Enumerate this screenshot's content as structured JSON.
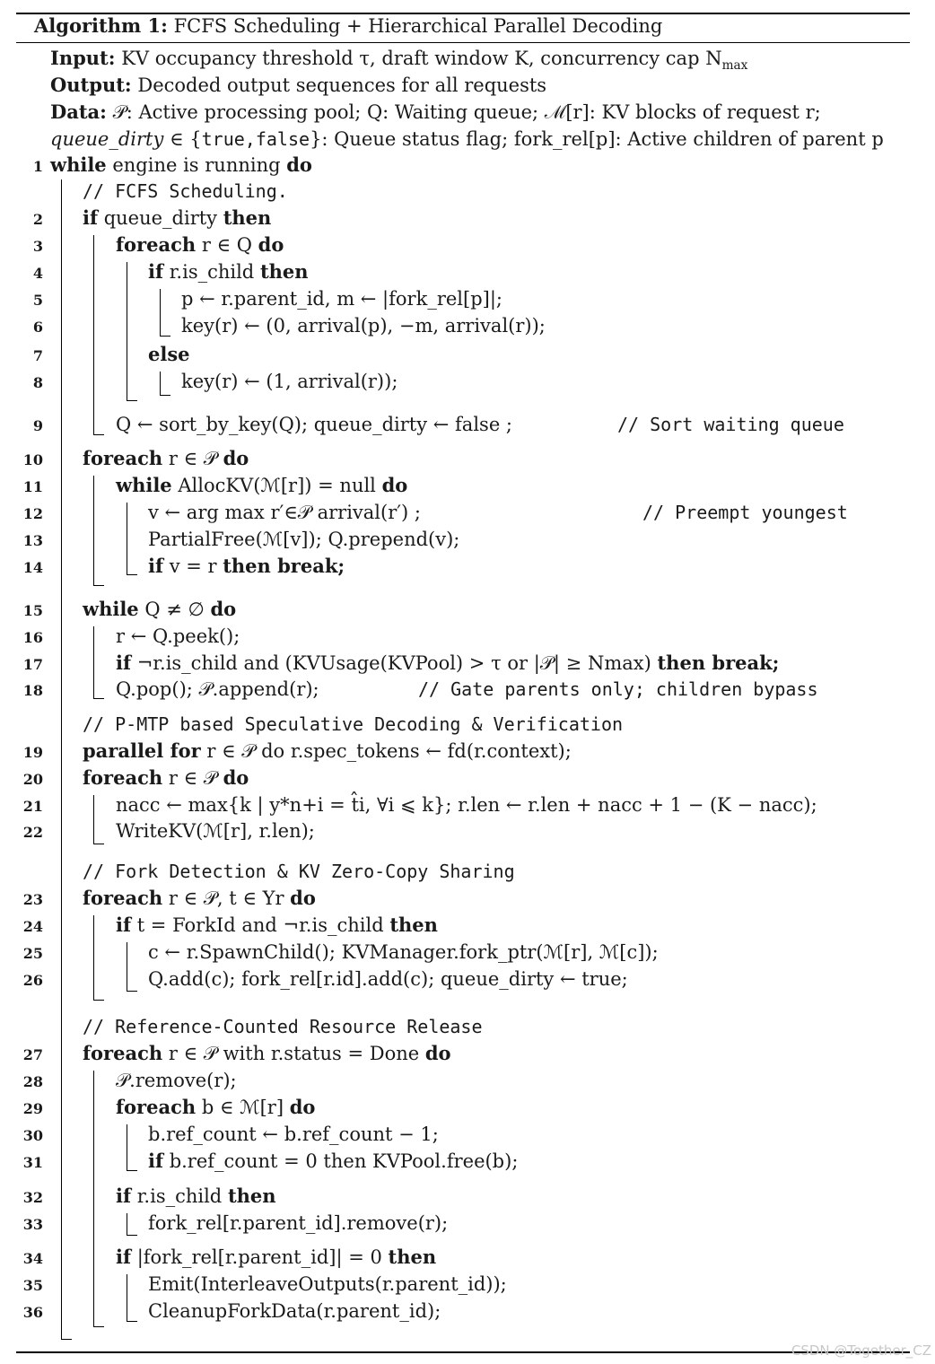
{
  "title": {
    "label": "Algorithm 1:",
    "text": "FCFS Scheduling + Hierarchical Parallel Decoding"
  },
  "header": {
    "input_label": "Input:",
    "input_text": "KV occupancy threshold τ, draft window K, concurrency cap N",
    "input_sub": "max",
    "output_label": "Output:",
    "output_text": "Decoded output sequences for all requests",
    "data_label": "Data:",
    "data_text": "𝒫: Active processing pool; Q: Waiting queue; ℳ[r]: KV blocks of request r;",
    "data_text2_a": "queue_dirty",
    "data_text2_b": "∈ {",
    "data_text2_c": "true,false",
    "data_text2_d": "}: Queue status flag; fork_rel[p]: Active children of parent p"
  },
  "lines": [
    {
      "n": "1",
      "t": "while engine is running do"
    },
    {
      "n": "",
      "t": "// FCFS Scheduling."
    },
    {
      "n": "2",
      "t": "if queue_dirty then"
    },
    {
      "n": "3",
      "t": "foreach r ∈ Q do"
    },
    {
      "n": "4",
      "t": "if r.is_child then"
    },
    {
      "n": "5",
      "t": "p ← r.parent_id,    m ← |fork_rel[p]|;"
    },
    {
      "n": "6",
      "t": "key(r) ← (0, arrival(p), −m, arrival(r));"
    },
    {
      "n": "7",
      "t": "else"
    },
    {
      "n": "8",
      "t": "key(r) ← (1, arrival(r));"
    },
    {
      "n": "9",
      "t": "Q ← sort_by_key(Q);   queue_dirty ← false ;"
    },
    {
      "n": "10",
      "t": "foreach r ∈ 𝒫 do"
    },
    {
      "n": "11",
      "t": "while AllocKV(ℳ[r]) = null do"
    },
    {
      "n": "12",
      "t": "v ← arg max r′∈𝒫 arrival(r′) ;"
    },
    {
      "n": "13",
      "t": "PartialFree(ℳ[v]);   Q.prepend(v);"
    },
    {
      "n": "14",
      "t": "if v = r then break;"
    },
    {
      "n": "15",
      "t": "while Q ≠ ∅ do"
    },
    {
      "n": "16",
      "t": "r ← Q.peek();"
    },
    {
      "n": "17",
      "t": "if ¬r.is_child and (KVUsage(KVPool) > τ or |𝒫| ≥ Nmax) then break;"
    },
    {
      "n": "18",
      "t": "Q.pop();   𝒫.append(r);"
    },
    {
      "n": "",
      "t": "// P-MTP based Speculative Decoding & Verification"
    },
    {
      "n": "19",
      "t": "parallel for r ∈ 𝒫 do  r.spec_tokens ← fd(r.context);"
    },
    {
      "n": "20",
      "t": "foreach r ∈ 𝒫 do"
    },
    {
      "n": "21",
      "t": "nacc ← max{k | y*n+i = t̂i, ∀i ⩽ k};   r.len ← r.len + nacc + 1 − (K − nacc);"
    },
    {
      "n": "22",
      "t": "WriteKV(ℳ[r], r.len);"
    },
    {
      "n": "",
      "t": "// Fork Detection & KV Zero-Copy Sharing"
    },
    {
      "n": "23",
      "t": "foreach r ∈ 𝒫, t ∈ Yr do"
    },
    {
      "n": "24",
      "t": "if t = ForkId and ¬r.is_child then"
    },
    {
      "n": "25",
      "t": "c ← r.SpawnChild();   KVManager.fork_ptr(ℳ[r], ℳ[c]);"
    },
    {
      "n": "26",
      "t": "Q.add(c);   fork_rel[r.id].add(c);   queue_dirty ← true;"
    },
    {
      "n": "",
      "t": "// Reference-Counted Resource Release"
    },
    {
      "n": "27",
      "t": "foreach r ∈ 𝒫 with r.status = Done do"
    },
    {
      "n": "28",
      "t": "𝒫.remove(r);"
    },
    {
      "n": "29",
      "t": "foreach b ∈ ℳ[r] do"
    },
    {
      "n": "30",
      "t": "b.ref_count ← b.ref_count − 1;"
    },
    {
      "n": "31",
      "t": "if b.ref_count = 0 then KVPool.free(b);"
    },
    {
      "n": "32",
      "t": "if r.is_child then"
    },
    {
      "n": "33",
      "t": "fork_rel[r.parent_id].remove(r);"
    },
    {
      "n": "34",
      "t": "if |fork_rel[r.parent_id]| = 0 then"
    },
    {
      "n": "35",
      "t": "Emit(InterleaveOutputs(r.parent_id));"
    },
    {
      "n": "36",
      "t": "CleanupForkData(r.parent_id);"
    }
  ],
  "side_comments": {
    "c9": "// Sort waiting queue",
    "c12": "// Preempt youngest",
    "c18": "// Gate parents only; children bypass"
  },
  "watermark": "CSDN @Together_CZ"
}
